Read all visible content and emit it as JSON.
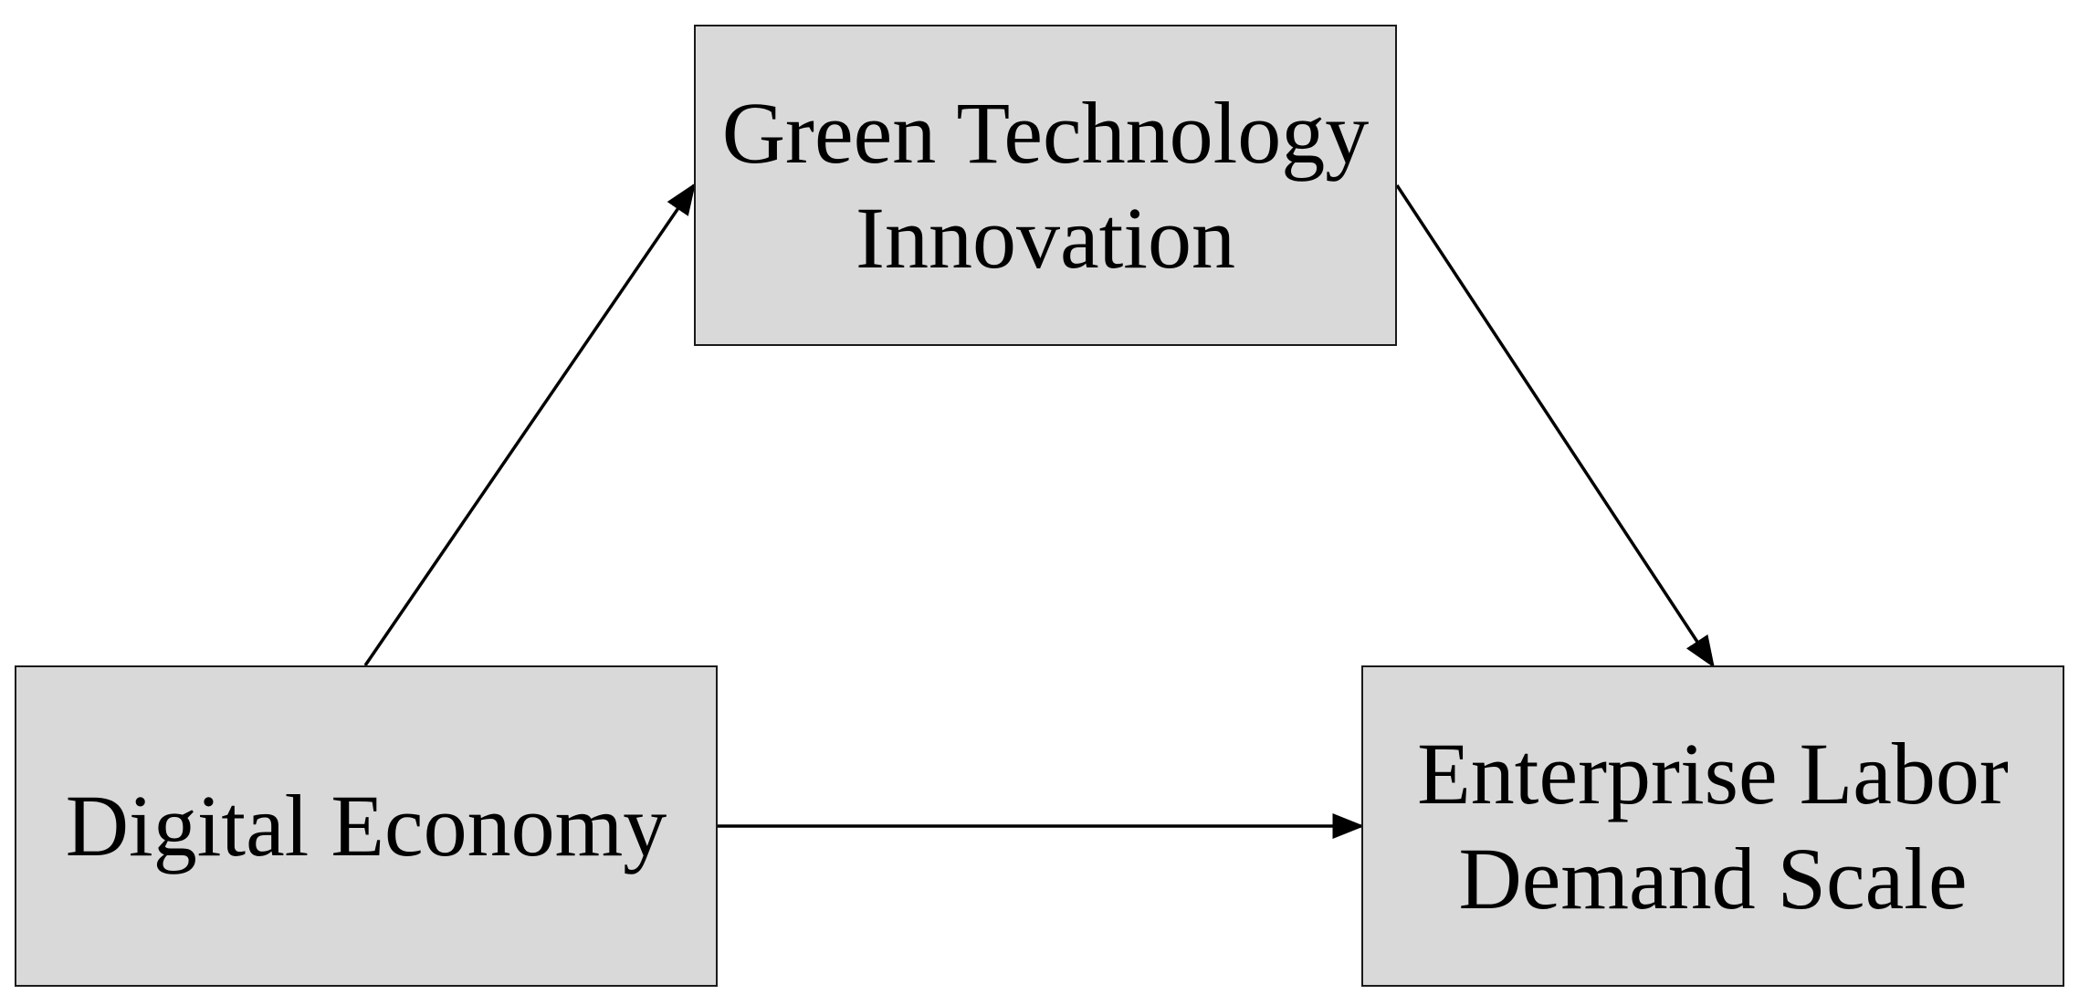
{
  "nodes": {
    "green_tech": {
      "line1": "Green Technology",
      "line2": "Innovation"
    },
    "digital_economy": {
      "line1": "Digital Economy"
    },
    "labor_demand": {
      "line1": "Enterprise Labor",
      "line2": "Demand Scale"
    }
  },
  "edges": [
    {
      "from": "Digital Economy",
      "to": "Green Technology Innovation"
    },
    {
      "from": "Green Technology Innovation",
      "to": "Enterprise Labor Demand Scale"
    },
    {
      "from": "Digital Economy",
      "to": "Enterprise Labor Demand Scale"
    }
  ],
  "colors": {
    "box_fill": "#d9d9d9",
    "box_border": "#1a1a1a",
    "arrow": "#000000"
  }
}
